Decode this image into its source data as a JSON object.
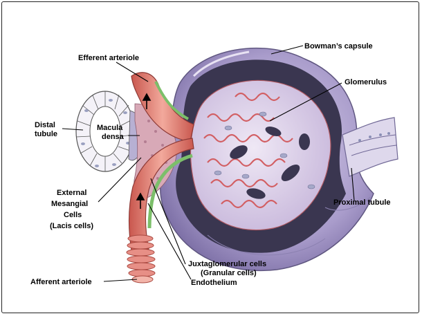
{
  "labels": {
    "bowmans_capsule": "Bowman’s capsule",
    "efferent_arteriole": "Efferent arteriole",
    "glomerulus": "Glomerulus",
    "distal_tubule_1": "Distal",
    "distal_tubule_2": "tubule",
    "macula_densa_1": "Macula",
    "macula_densa_2": "densa",
    "external_mesangial_1": "External",
    "external_mesangial_2": "Mesangial",
    "external_mesangial_3": "Cells",
    "external_mesangial_4": "(Lacis cells)",
    "proximal_tubule": "Proximal tubule",
    "juxtaglomerular_1": "Juxtaglomerular cells",
    "juxtaglomerular_2": "(Granular cells)",
    "endothelium": "Endothelium",
    "afferent_arteriole": "Afferent arteriole"
  },
  "colors": {
    "capsule": "#b9aed6",
    "capsule_dark": "#3d3a52",
    "arteriole": "#e8877c",
    "arteriole_light": "#f3b5aa",
    "capillary": "#d96a6a",
    "tubule_cell": "#e9e6f2",
    "juxtaglomerular": "#7cbf6a"
  }
}
